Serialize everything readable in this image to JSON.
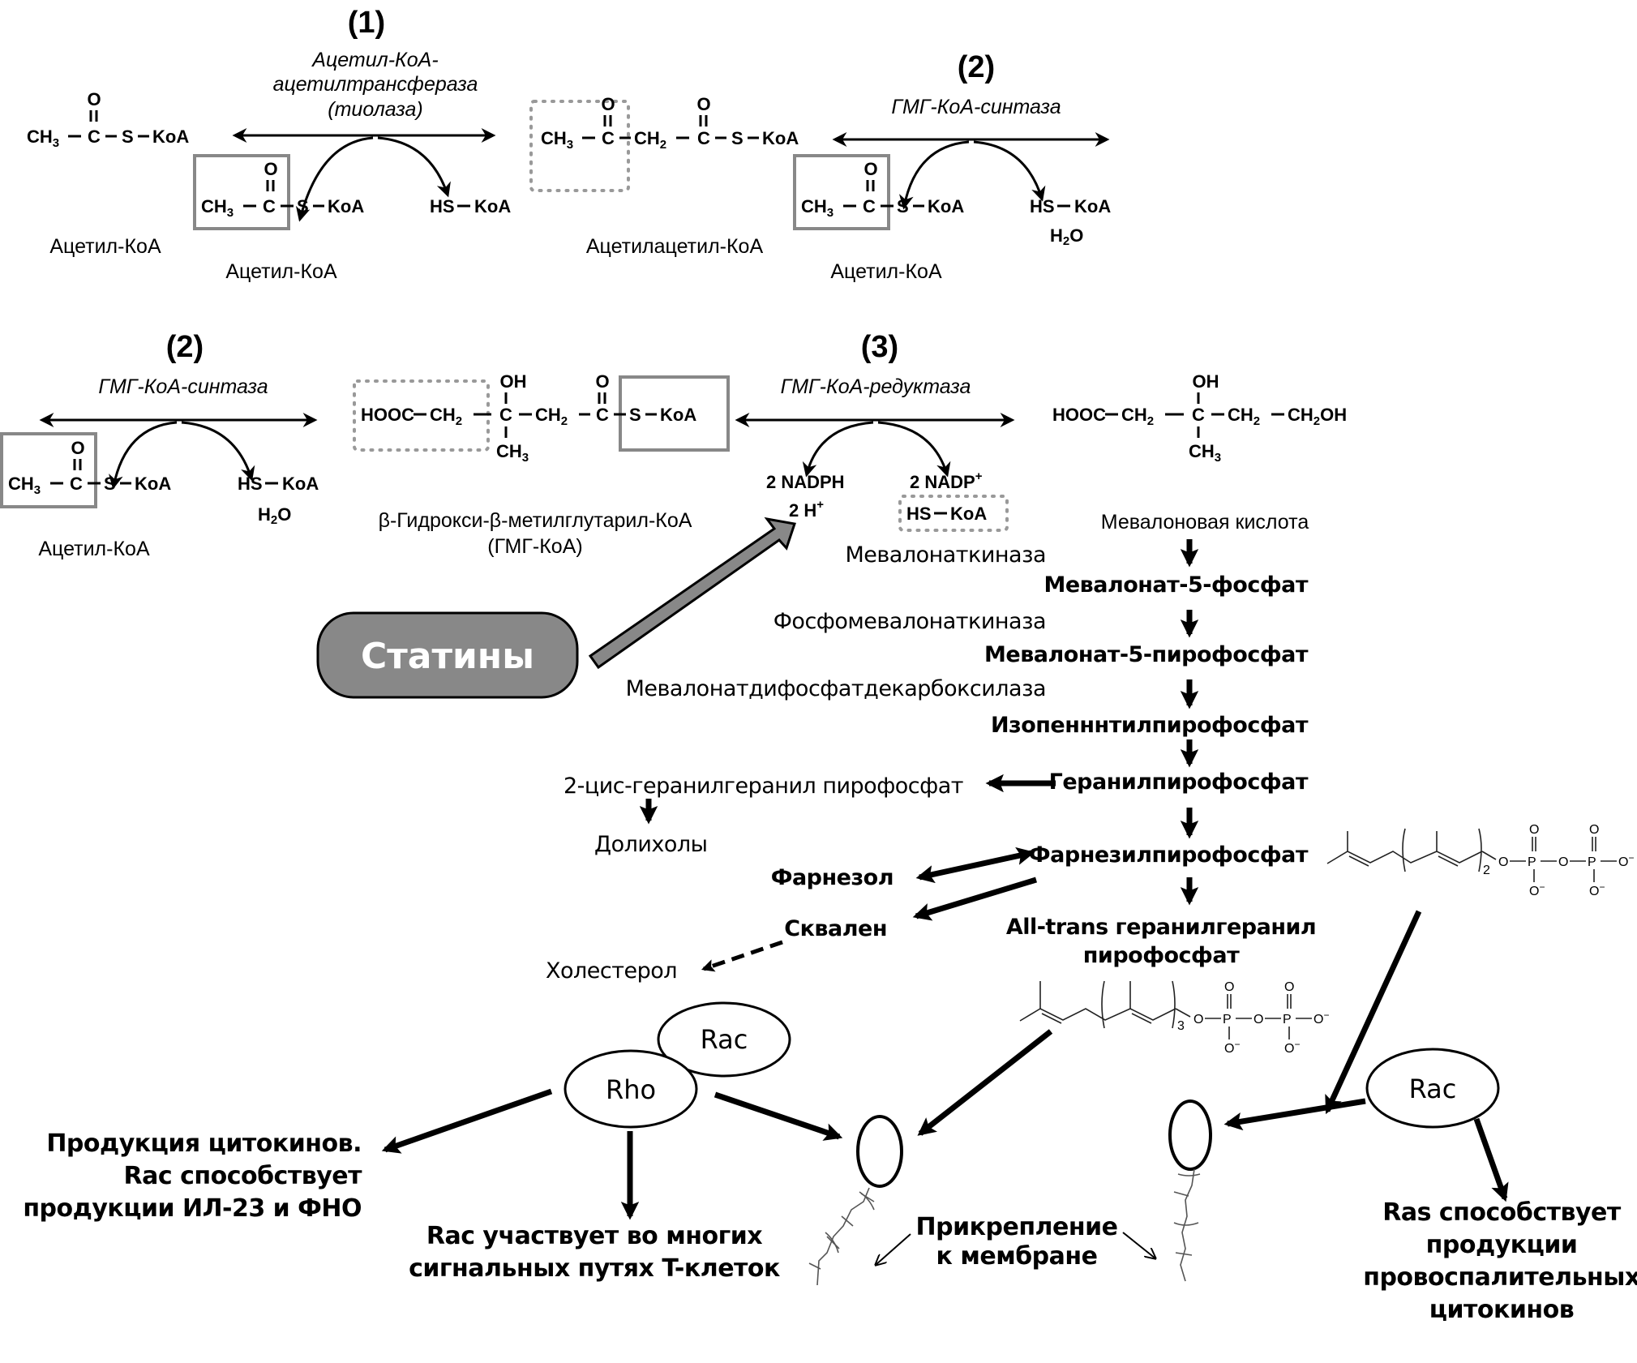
{
  "steps": {
    "step1": "(1)",
    "step2_top": "(2)",
    "step2_mid": "(2)",
    "step3": "(3)"
  },
  "enzymes": {
    "thiolase": [
      "Ацетил-КоА-",
      "ацетилтрансфераза",
      "(тиолаза)"
    ],
    "hmg_synthase_top": "ГМГ-КоА-синтаза",
    "hmg_synthase_mid": "ГМГ-КоА-синтаза",
    "hmg_reductase": "ГМГ-КоА-редуктаза",
    "mevalonate_kinase": "Мевалонаткиназа",
    "phosphomevalonate_kinase": "Фосфомевалонаткиназа",
    "decarboxylase": "Мевалонатдифосфатдекарбоксилаза"
  },
  "formulas": {
    "acetyl_coa": {
      "ch3": "CH",
      "sub3": "3",
      "c": "C",
      "s": "S",
      "koa": "KoA",
      "o": "O",
      "dash": "−"
    },
    "hs_koa": "HS",
    "koa": "KoA",
    "h2o_h": "H",
    "h2o_2": "2",
    "h2o_o": "O",
    "acetoacetyl": {
      "ch2": "CH",
      "sub2": "2"
    },
    "hmg": {
      "hooc": "HOOC",
      "oh": "OH",
      "ch3": "CH"
    },
    "mevalonic": {
      "ch2oh_a": "CH",
      "ch2oh_b": "OH"
    },
    "nadph": "2 NADPH",
    "h_plus": "2 H",
    "plus": "+",
    "nadp": "2 NADP"
  },
  "compound_labels": {
    "acetyl_coa_1": "Ацетил-КоА",
    "acetyl_coa_2": "Ацетил-КоА",
    "acetoacetyl_coa": "Ацетилацетил-КоА",
    "acetyl_coa_3": "Ацетил-КоА",
    "acetyl_coa_4": "Ацетил-КоА",
    "hmg_coa_line1": "β-Гидрокси-β-метилглутарил-КоА",
    "hmg_coa_line2": "(ГМГ-КоА)",
    "mevalonic_acid": "Мевалоновая кислота"
  },
  "pathway": {
    "mevalonate_5p": "Мевалонат-5-фосфат",
    "mevalonate_5pp": "Мевалонат-5-пирофосфат",
    "ipp": "Изопенннтилпирофосфат",
    "gpp": "Геранилпирофосфат",
    "cis_ggpp": "2-цис-геранилгеранил пирофосфат",
    "dolichols": "Долихолы",
    "fpp": "Фарнезилпирофосфат",
    "farnesol": "Фарнезол",
    "squalene": "Сквален",
    "cholesterol": "Холестерол",
    "all_trans_1": "All-trans геранилгеранил",
    "all_trans_2": "пирофосфат"
  },
  "structures": {
    "fpp_repeat": "2",
    "ggpp_repeat": "3",
    "o": "O",
    "p": "P",
    "o_minus": "O",
    "minus": "−"
  },
  "statins": {
    "label": "Статины",
    "fill": "#888888"
  },
  "proteins": {
    "rac_top": "Rac",
    "rho": "Rho",
    "rac_right": "Rac"
  },
  "outcomes": {
    "cytokines": [
      "Продукция цитокинов.",
      "Rac способствует",
      "продукции ИЛ-23 и ФНО"
    ],
    "tcell": [
      "Rac участвует во многих",
      "сигнальных путях T-клеток"
    ],
    "membrane": [
      "Прикрепление",
      "к мембране"
    ],
    "ras": [
      "Ras способствует",
      "продукции",
      "провоспалительных",
      "цитокинов"
    ]
  },
  "colors": {
    "box_solid": "#888888",
    "box_dotted": "#999999",
    "statin_fill": "#888888",
    "text": "#000000"
  }
}
